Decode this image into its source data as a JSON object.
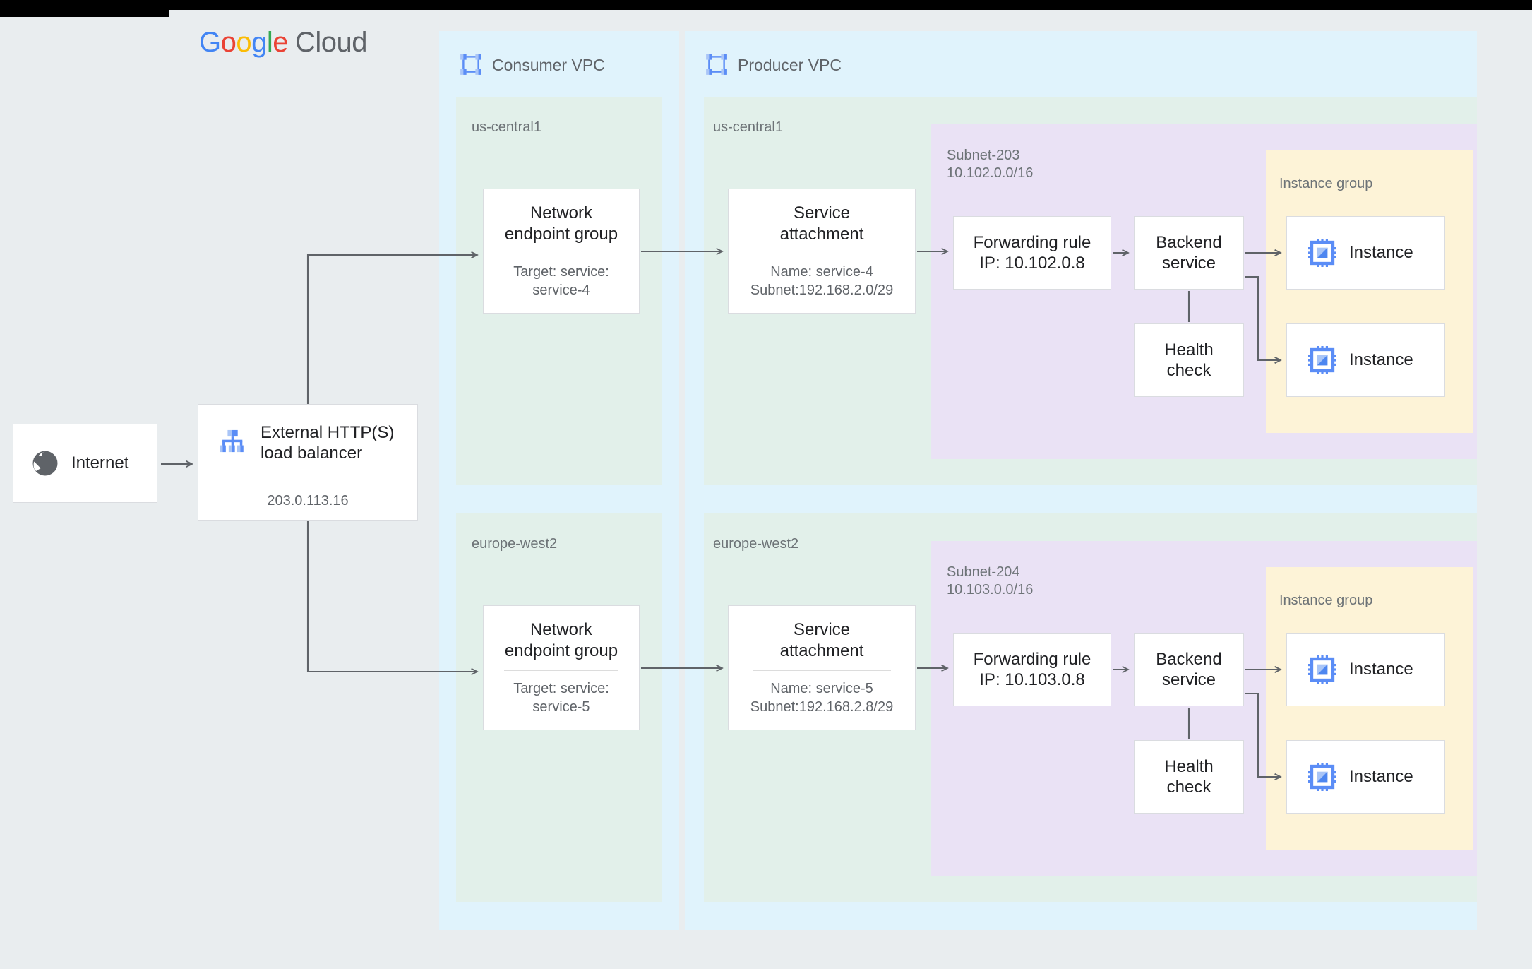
{
  "brand": {
    "google": [
      "G",
      "o",
      "o",
      "g",
      "l",
      "e"
    ],
    "cloud": "Cloud"
  },
  "colors": {
    "page_bg": "#e9edef",
    "vpc_bg": "#e0f3fc",
    "region_bg": "#e2f0ea",
    "subnet_bg": "#eae2f5",
    "instance_group_bg": "#fdf3d7",
    "card_bg": "#ffffff",
    "card_border": "#dadce0",
    "connector": "#5f6368",
    "icon_blue": "#5b8df6",
    "icon_blue_light": "#a9c5f7",
    "globe_gray": "#5f6368"
  },
  "internet": {
    "label": "Internet",
    "icon": "globe-icon"
  },
  "load_balancer": {
    "title": "External HTTP(S)\nload balancer",
    "ip": "203.0.113.16",
    "icon": "load-balancer-icon"
  },
  "consumer_vpc": {
    "title": "Consumer VPC",
    "icon": "vpc-icon",
    "regions": [
      {
        "name": "us-central1",
        "neg": {
          "title": "Network\nendpoint group",
          "sub": "Target: service:\nservice-4"
        }
      },
      {
        "name": "europe-west2",
        "neg": {
          "title": "Network\nendpoint group",
          "sub": "Target: service:\nservice-5"
        }
      }
    ]
  },
  "producer_vpc": {
    "title": "Producer VPC",
    "icon": "vpc-icon",
    "regions": [
      {
        "name": "us-central1",
        "service_attachment": {
          "title": "Service\nattachment",
          "sub": "Name: service-4\nSubnet:192.168.2.0/29"
        },
        "subnet": {
          "label": "Subnet-203\n10.102.0.0/16",
          "forwarding_rule": "Forwarding rule\nIP: 10.102.0.8",
          "backend_service": "Backend\nservice",
          "health_check": "Health\ncheck",
          "instance_group": {
            "label": "Instance group",
            "instances": [
              {
                "label": "Instance",
                "icon": "cpu-chip-icon"
              },
              {
                "label": "Instance",
                "icon": "cpu-chip-icon"
              }
            ]
          }
        }
      },
      {
        "name": "europe-west2",
        "service_attachment": {
          "title": "Service\nattachment",
          "sub": "Name: service-5\nSubnet:192.168.2.8/29"
        },
        "subnet": {
          "label": "Subnet-204\n10.103.0.0/16",
          "forwarding_rule": "Forwarding rule\nIP: 10.103.0.8",
          "backend_service": "Backend\nservice",
          "health_check": "Health\ncheck",
          "instance_group": {
            "label": "Instance group",
            "instances": [
              {
                "label": "Instance",
                "icon": "cpu-chip-icon"
              },
              {
                "label": "Instance",
                "icon": "cpu-chip-icon"
              }
            ]
          }
        }
      }
    ]
  }
}
